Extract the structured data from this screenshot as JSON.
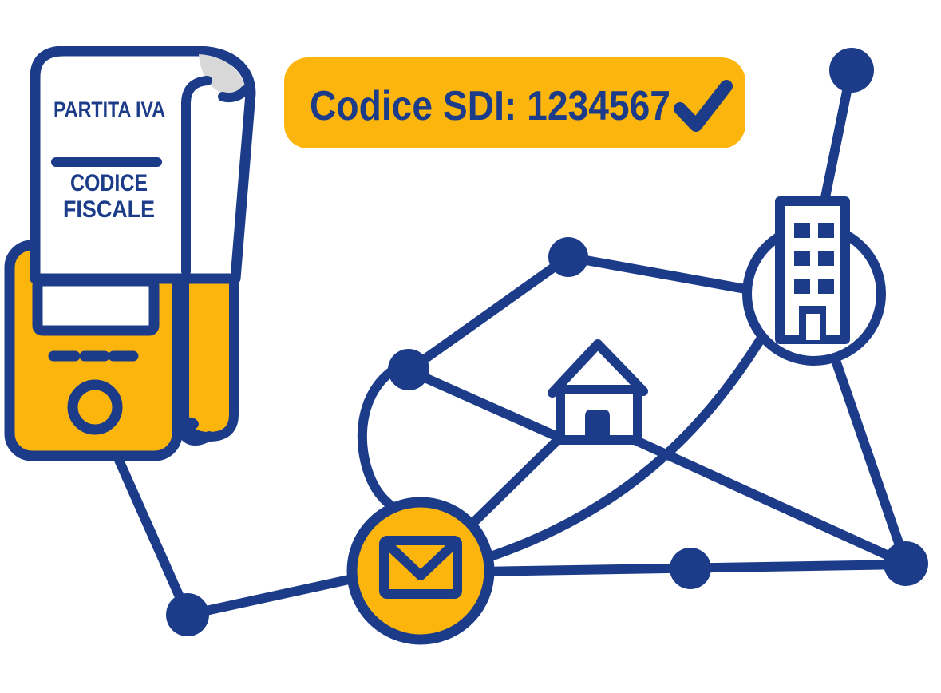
{
  "colors": {
    "navy": "#1c3c8a",
    "yellow": "#fcb50d",
    "paper_gray": "#d8d8d8",
    "background": "#ffffff"
  },
  "receipt": {
    "title": "PARTITA IVA",
    "line2": "CODICE",
    "line3": "FISCALE"
  },
  "badge": {
    "text": "Codice SDI: 1234567",
    "icon": "checkmark"
  },
  "network": {
    "hubs": [
      "fiscal-printer-receipt",
      "building",
      "house",
      "envelope"
    ],
    "dot_nodes": 6
  }
}
